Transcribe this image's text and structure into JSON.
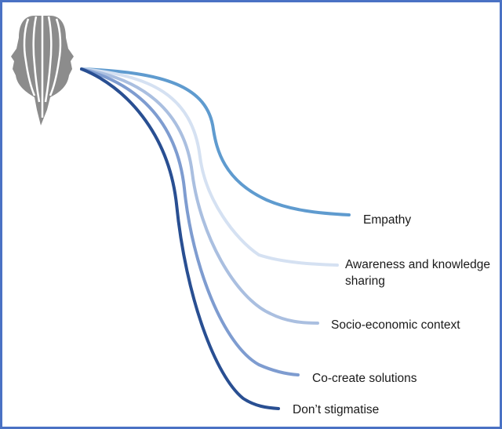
{
  "diagram": {
    "colors": {
      "frame": "#4a72c4",
      "head": "#8c8c8c",
      "head_stroke": "#ffffff"
    },
    "icon": "faces-profile-icon",
    "branches": [
      {
        "id": "empathy",
        "label_lines": [
          "Empathy"
        ],
        "color": "#5f9bcf"
      },
      {
        "id": "awareness",
        "label_lines": [
          "Awareness and knowledge",
          "sharing"
        ],
        "color": "#d5e1f2"
      },
      {
        "id": "socio",
        "label_lines": [
          "Socio-economic context"
        ],
        "color": "#aabfe0"
      },
      {
        "id": "cocreate",
        "label_lines": [
          "Co-create solutions"
        ],
        "color": "#7e9cd0"
      },
      {
        "id": "stigmatise",
        "label_lines": [
          "Don’t stigmatise"
        ],
        "color": "#294f92"
      }
    ]
  }
}
